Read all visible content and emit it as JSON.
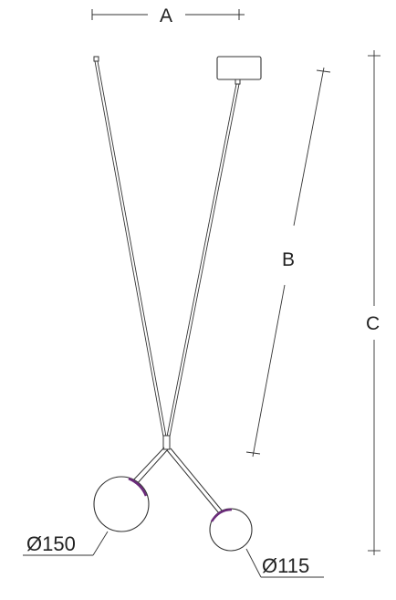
{
  "dimensions": {
    "width_label": "A",
    "cable_label": "B",
    "height_label": "C"
  },
  "diameters": {
    "large_shade": "Ø150",
    "small_shade": "Ø115"
  },
  "colors": {
    "line": "#333333",
    "accent": "#6a2a7a"
  }
}
